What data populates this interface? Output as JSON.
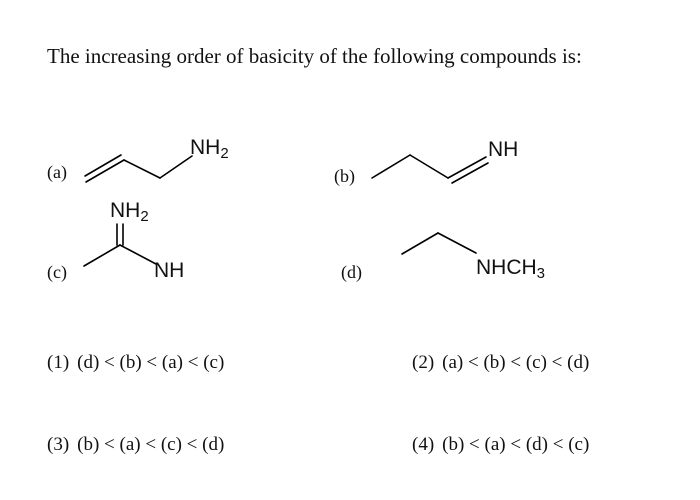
{
  "question": "The increasing order of basicity of the following compounds is:",
  "compounds": {
    "a": {
      "label": "(a)",
      "group_main": "NH",
      "group_sub": "2"
    },
    "b": {
      "label": "(b)",
      "group_main": "NH",
      "group_sub": ""
    },
    "c": {
      "label": "(c)",
      "top_main": "NH",
      "top_sub": "2",
      "bottom_main": "NH"
    },
    "d": {
      "label": "(d)",
      "group_main": "NHCH",
      "group_sub": "3"
    }
  },
  "options": [
    {
      "num": "(1)",
      "text": "(d) < (b) < (a) < (c)"
    },
    {
      "num": "(2)",
      "text": "(a) < (b) < (c) < (d)"
    },
    {
      "num": "(3)",
      "text": "(b) < (a) < (c) < (d)"
    },
    {
      "num": "(4)",
      "text": "(b) < (a) < (d) < (c)"
    }
  ]
}
